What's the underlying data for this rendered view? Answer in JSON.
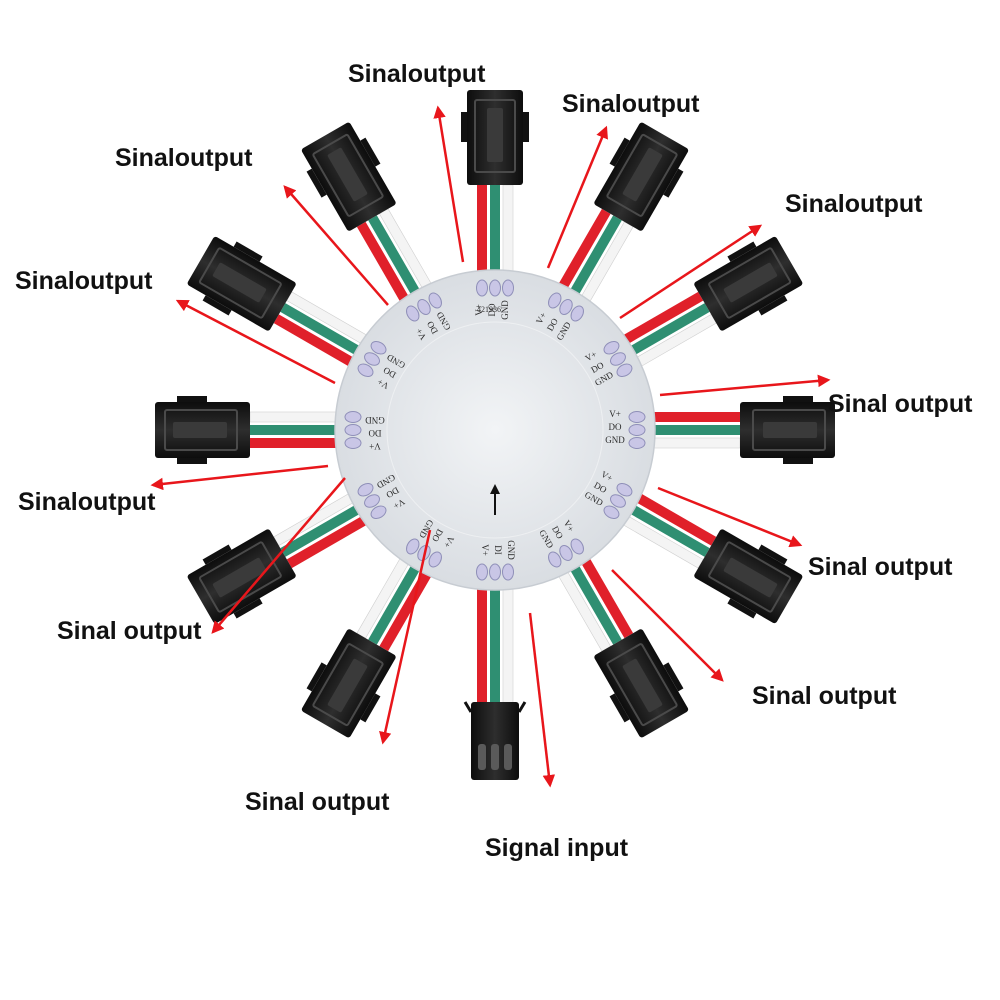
{
  "callouts": [
    {
      "id": "output-1",
      "label": "Sinaloutput"
    },
    {
      "id": "output-2",
      "label": "Sinaloutput"
    },
    {
      "id": "output-3",
      "label": "Sinaloutput"
    },
    {
      "id": "output-4",
      "label": "Sinaloutput"
    },
    {
      "id": "output-5",
      "label": "Sinaloutput"
    },
    {
      "id": "output-6",
      "label": "Sinal output"
    },
    {
      "id": "output-7",
      "label": "Sinal output"
    },
    {
      "id": "output-8",
      "label": "Sinal output"
    },
    {
      "id": "output-9",
      "label": "Sinal output"
    },
    {
      "id": "output-10",
      "label": "Sinal output"
    },
    {
      "id": "output-11",
      "label": "Sinaloutput"
    },
    {
      "id": "input",
      "label": "Signal input"
    }
  ],
  "board": {
    "code": "421936",
    "output_pins": [
      "V+",
      "DO",
      "GND"
    ],
    "input_pins": [
      "GND",
      "DI",
      "V+"
    ],
    "direction_icon": "up-arrow-icon"
  },
  "colors": {
    "arrow": "#e8161b",
    "board": "#e6e9ed",
    "wire_red": "#e0202a",
    "wire_green": "#2f8f72",
    "wire_white": "#f4f4f4",
    "connector": "#1c1c1c"
  },
  "icons": {
    "connector": "jst-sm-connector-icon",
    "callout_arrow": "red-arrow-icon"
  }
}
